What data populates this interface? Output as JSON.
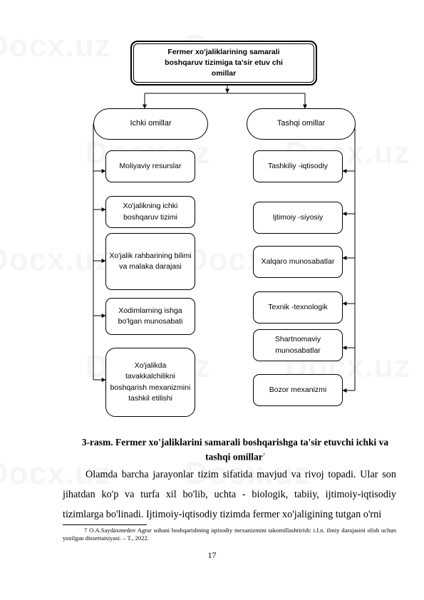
{
  "diagram": {
    "title": "Fermer      xo'jaliklarining           samarali\nboshqaruv       tizimiga       ta'sir    etuv  chi\nomillar",
    "internal_header": "Ichki  omillar",
    "external_header": "Tashqi omillar",
    "internal_factors": [
      "Moliyaviy  resurslar",
      "Xo'jalikning   ichki boshqaruv tizimi",
      "Xo'jalik   rahbarining bilimi  va malaka darajasi",
      "Xodimlarning  ishga bo'lgan munosabati",
      "Xo'jalikda tavakkalchilikni boshqarish mexanizmini tashkil etilishi"
    ],
    "external_factors": [
      "Tashkiliy -iqtisodiy",
      "Ijtimoiy  -siyosiy",
      "Xalqaro  munosabatlar",
      "Texnik -texnologik",
      "Shartnomaviy munosabatlar",
      "Bozor  mexanizmi"
    ]
  },
  "caption": {
    "text": "3-rasm. Fermer xo'jaliklarini samarali boshqarishga ta'sir etuvchi ichki va tashqi omillar",
    "footnote_ref": "7"
  },
  "body_text": "Olamda  barcha  jarayonlar  tizim  sifatida  mavjud  va  rivoj  topadi.  Ular  son jihatdan  ko'p  va  turfa  xil  bo'lib,  uchta  -  biologik,  tabiiy,  ijtimoiy-iqtisodiy tizimlarga  bo'linadi.  Ijtimoiy-iqtisodiy  tizimda  fermer  xo'jaligining  tutgan  o'rni",
  "footnote": {
    "number": "7",
    "text": "O.A.Saydaxmedov  Agrar  sohani boshqarishning iqtisodiy  mexanizmini takomillashtirish:  i.f.n.  ilmiy darajasini olish uchun yozilgan dissertatsiyasi. – T., 2022."
  },
  "page_number": "17",
  "watermark": "Docx.uz"
}
